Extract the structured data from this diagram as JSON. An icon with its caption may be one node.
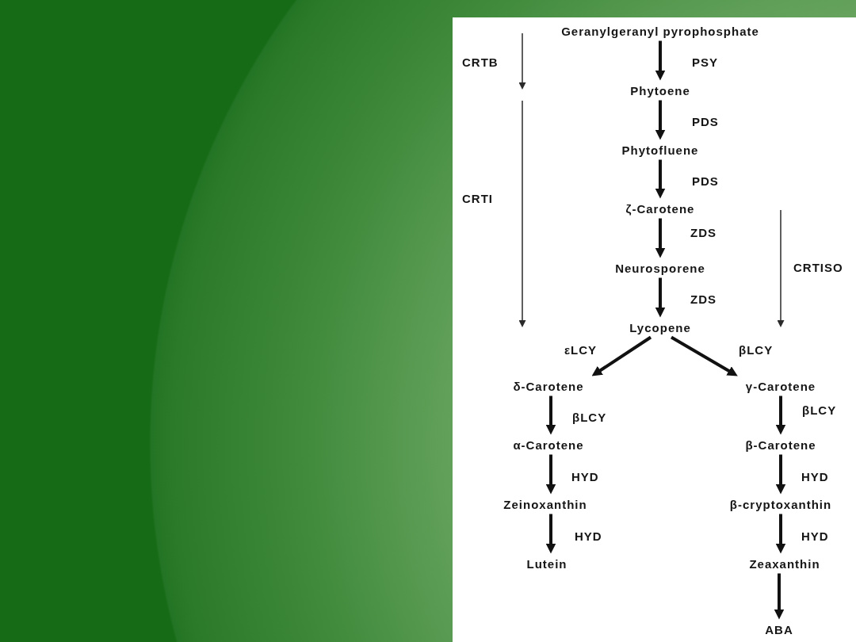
{
  "diagram": {
    "nodes": [
      {
        "text": [
          "Geranylgeranyl pyrophosphate"
        ]
      },
      {
        "text": [
          "Phytoene"
        ]
      },
      {
        "text": [
          "Phytofluene"
        ]
      },
      {
        "text": [
          "ζ-Carotene"
        ]
      },
      {
        "text": [
          "Neurosporene"
        ]
      },
      {
        "text": [
          "Lycopene"
        ]
      },
      {
        "text": [
          "δ-Carotene"
        ]
      },
      {
        "text": [
          "γ-Carotene"
        ]
      },
      {
        "text": [
          "α-Carotene"
        ]
      },
      {
        "text": [
          "β-Carotene"
        ]
      },
      {
        "text": [
          "Zeinoxanthin"
        ]
      },
      {
        "text": [
          "β-cryptoxanthin"
        ]
      },
      {
        "text": [
          "Lutein"
        ]
      },
      {
        "text": [
          "Zeaxanthin"
        ]
      },
      {
        "text": [
          "ABA"
        ]
      }
    ],
    "edges": [
      {
        "from": 0,
        "to": 1,
        "arrow": "to",
        "label": "PSY"
      },
      {
        "from": 1,
        "to": 2,
        "arrow": "to",
        "label": "PDS"
      },
      {
        "from": 2,
        "to": 3,
        "arrow": "to",
        "label": "PDS"
      },
      {
        "from": 3,
        "to": 4,
        "arrow": "to",
        "label": "ZDS"
      },
      {
        "from": 4,
        "to": 5,
        "arrow": "to",
        "label": "ZDS"
      },
      {
        "from": 5,
        "to": 6,
        "arrow": "to",
        "label": "εLCY"
      },
      {
        "from": 5,
        "to": 7,
        "arrow": "to",
        "label": "βLCY"
      },
      {
        "from": 6,
        "to": 8,
        "arrow": "to",
        "label": "βLCY"
      },
      {
        "from": 7,
        "to": 9,
        "arrow": "to",
        "label": "βLCY"
      },
      {
        "from": 8,
        "to": 10,
        "arrow": "to",
        "label": "HYD"
      },
      {
        "from": 9,
        "to": 11,
        "arrow": "to",
        "label": "HYD"
      },
      {
        "from": 10,
        "to": 12,
        "arrow": "to",
        "label": "HYD"
      },
      {
        "from": 11,
        "to": 13,
        "arrow": "to",
        "label": "HYD"
      },
      {
        "from": 13,
        "to": 14,
        "arrow": "to"
      }
    ],
    "labels": [
      "CRTB",
      "CRTI",
      "CRTISO"
    ]
  }
}
